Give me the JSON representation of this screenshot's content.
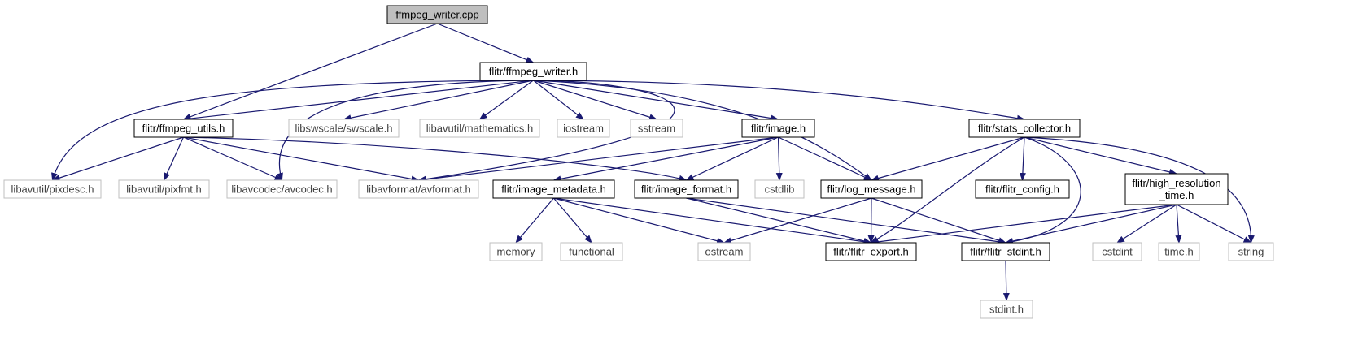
{
  "colors": {
    "edge": "#191970",
    "root_fill": "#bfbfbf",
    "root_border": "#000000",
    "project_border": "#000000",
    "external_border": "#bfbfbf",
    "project_text": "#000000",
    "external_text": "#404040"
  },
  "nodes": {
    "ffmpeg_writer_cpp": {
      "label": "ffmpeg_writer.cpp",
      "kind": "root"
    },
    "ffmpeg_writer_h": {
      "label": "flitr/ffmpeg_writer.h",
      "kind": "project"
    },
    "ffmpeg_utils_h": {
      "label": "flitr/ffmpeg_utils.h",
      "kind": "project"
    },
    "swscale_h": {
      "label": "libswscale/swscale.h",
      "kind": "external"
    },
    "mathematics_h": {
      "label": "libavutil/mathematics.h",
      "kind": "external"
    },
    "iostream": {
      "label": "iostream",
      "kind": "external"
    },
    "sstream": {
      "label": "sstream",
      "kind": "external"
    },
    "image_h": {
      "label": "flitr/image.h",
      "kind": "project"
    },
    "stats_collector_h": {
      "label": "flitr/stats_collector.h",
      "kind": "project"
    },
    "pixdesc_h": {
      "label": "libavutil/pixdesc.h",
      "kind": "external"
    },
    "pixfmt_h": {
      "label": "libavutil/pixfmt.h",
      "kind": "external"
    },
    "avcodec_h": {
      "label": "libavcodec/avcodec.h",
      "kind": "external"
    },
    "avformat_h": {
      "label": "libavformat/avformat.h",
      "kind": "external"
    },
    "image_metadata_h": {
      "label": "flitr/image_metadata.h",
      "kind": "project"
    },
    "image_format_h": {
      "label": "flitr/image_format.h",
      "kind": "project"
    },
    "cstdlib": {
      "label": "cstdlib",
      "kind": "external"
    },
    "log_message_h": {
      "label": "flitr/log_message.h",
      "kind": "project"
    },
    "flitr_config_h": {
      "label": "flitr/flitr_config.h",
      "kind": "project"
    },
    "high_resolution_time_h": {
      "label": "flitr/high_resolution\n_time.h",
      "kind": "project"
    },
    "memory": {
      "label": "memory",
      "kind": "external"
    },
    "functional": {
      "label": "functional",
      "kind": "external"
    },
    "ostream": {
      "label": "ostream",
      "kind": "external"
    },
    "flitr_export_h": {
      "label": "flitr/flitr_export.h",
      "kind": "project"
    },
    "flitr_stdint_h": {
      "label": "flitr/flitr_stdint.h",
      "kind": "project"
    },
    "cstdint": {
      "label": "cstdint",
      "kind": "external"
    },
    "time_h": {
      "label": "time.h",
      "kind": "external"
    },
    "string": {
      "label": "string",
      "kind": "external"
    },
    "stdint_h": {
      "label": "stdint.h",
      "kind": "external"
    }
  },
  "edges": [
    [
      "ffmpeg_writer_cpp",
      "ffmpeg_writer_h"
    ],
    [
      "ffmpeg_writer_cpp",
      "ffmpeg_utils_h"
    ],
    [
      "ffmpeg_writer_h",
      "ffmpeg_utils_h"
    ],
    [
      "ffmpeg_writer_h",
      "pixdesc_h"
    ],
    [
      "ffmpeg_writer_h",
      "avcodec_h"
    ],
    [
      "ffmpeg_writer_h",
      "avformat_h"
    ],
    [
      "ffmpeg_writer_h",
      "swscale_h"
    ],
    [
      "ffmpeg_writer_h",
      "mathematics_h"
    ],
    [
      "ffmpeg_writer_h",
      "iostream"
    ],
    [
      "ffmpeg_writer_h",
      "sstream"
    ],
    [
      "ffmpeg_writer_h",
      "image_h"
    ],
    [
      "ffmpeg_writer_h",
      "log_message_h"
    ],
    [
      "ffmpeg_writer_h",
      "stats_collector_h"
    ],
    [
      "ffmpeg_utils_h",
      "pixdesc_h"
    ],
    [
      "ffmpeg_utils_h",
      "pixfmt_h"
    ],
    [
      "ffmpeg_utils_h",
      "avcodec_h"
    ],
    [
      "ffmpeg_utils_h",
      "avformat_h"
    ],
    [
      "ffmpeg_utils_h",
      "image_format_h"
    ],
    [
      "image_h",
      "avformat_h"
    ],
    [
      "image_h",
      "image_metadata_h"
    ],
    [
      "image_h",
      "image_format_h"
    ],
    [
      "image_h",
      "cstdlib"
    ],
    [
      "image_h",
      "log_message_h"
    ],
    [
      "stats_collector_h",
      "log_message_h"
    ],
    [
      "stats_collector_h",
      "flitr_export_h"
    ],
    [
      "stats_collector_h",
      "flitr_config_h"
    ],
    [
      "stats_collector_h",
      "flitr_stdint_h"
    ],
    [
      "stats_collector_h",
      "high_resolution_time_h"
    ],
    [
      "stats_collector_h",
      "string"
    ],
    [
      "image_metadata_h",
      "memory"
    ],
    [
      "image_metadata_h",
      "functional"
    ],
    [
      "image_metadata_h",
      "ostream"
    ],
    [
      "image_metadata_h",
      "flitr_export_h"
    ],
    [
      "image_format_h",
      "flitr_export_h"
    ],
    [
      "image_format_h",
      "flitr_stdint_h"
    ],
    [
      "log_message_h",
      "ostream"
    ],
    [
      "log_message_h",
      "flitr_export_h"
    ],
    [
      "log_message_h",
      "flitr_stdint_h"
    ],
    [
      "high_resolution_time_h",
      "flitr_export_h"
    ],
    [
      "high_resolution_time_h",
      "flitr_stdint_h"
    ],
    [
      "high_resolution_time_h",
      "cstdint"
    ],
    [
      "high_resolution_time_h",
      "time_h"
    ],
    [
      "high_resolution_time_h",
      "string"
    ],
    [
      "flitr_stdint_h",
      "stdint_h"
    ]
  ]
}
